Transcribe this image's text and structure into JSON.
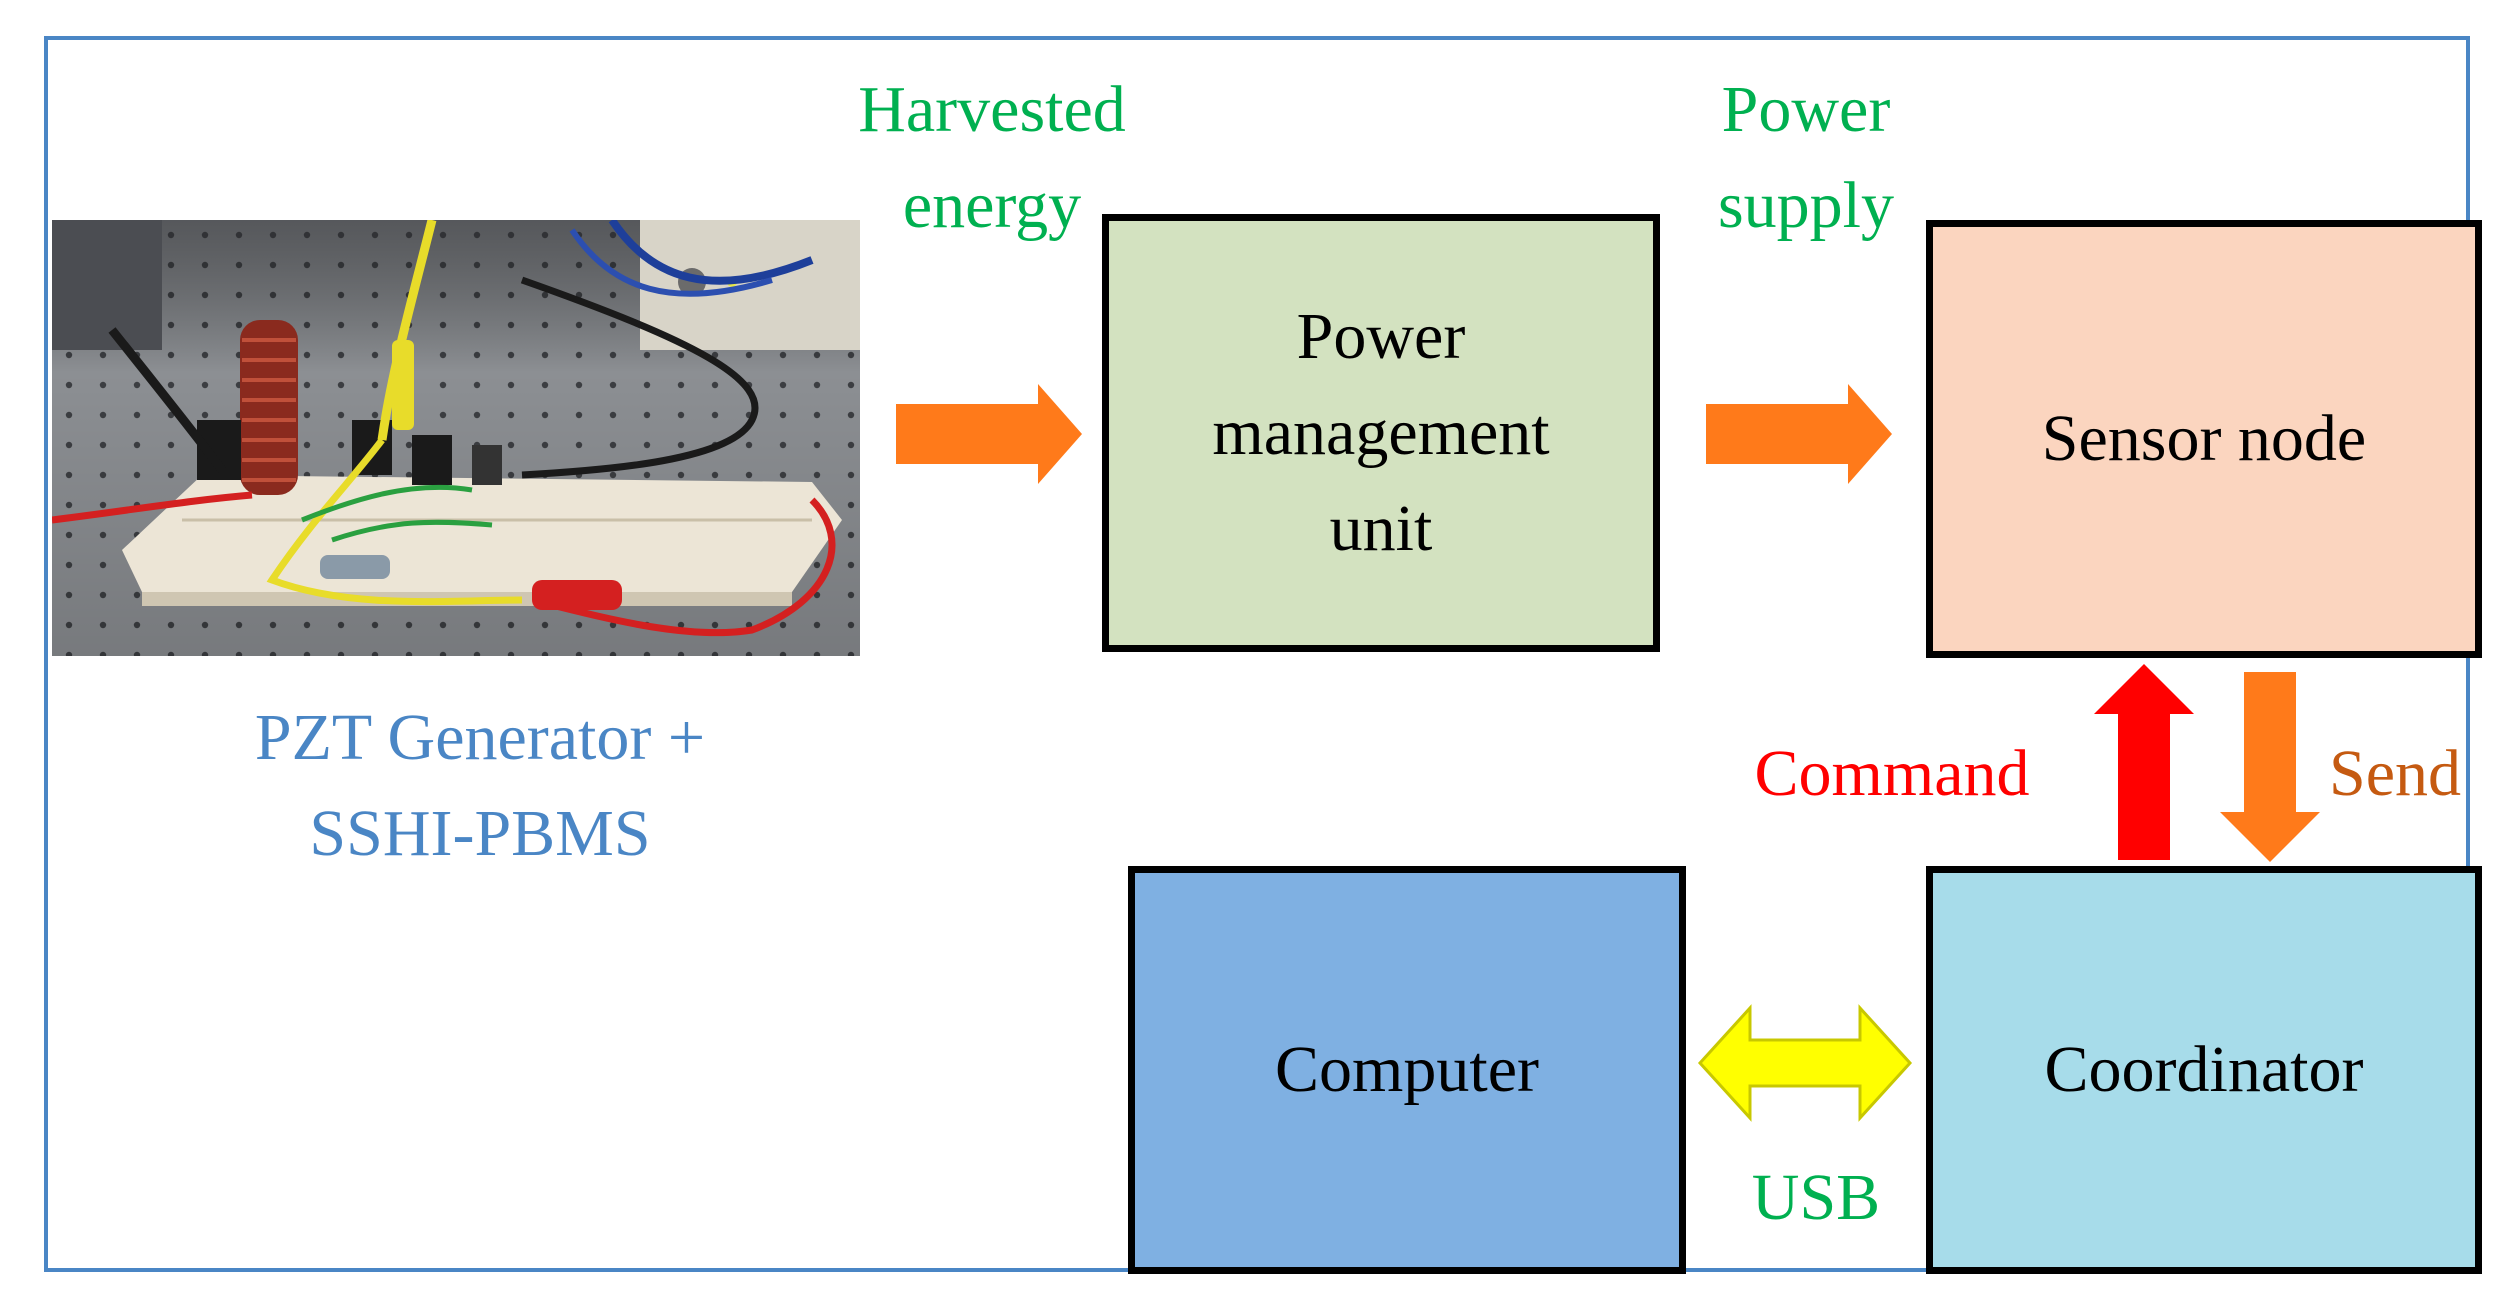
{
  "nodes": {
    "pmu": "Power\nmanagement\nunit",
    "sensor": "Sensor node",
    "computer": "Computer",
    "coordinator": "Coordinator"
  },
  "labels": {
    "harvested": "Harvested\nenergy",
    "power_supply": "Power\nsupply",
    "generator": "PZT Generator +\nSSHI-PBMS",
    "command": "Command",
    "send": "Send",
    "usb": "USB"
  },
  "colors": {
    "border": "#4a86c5",
    "pmu_fill": "#d3e2c0",
    "sensor_fill": "#fbd5bf",
    "computer_fill": "#7fb0e2",
    "coordinator_fill": "#a7dcea",
    "orange_arrow": "#ff7a1a",
    "red_arrow": "#ff0000",
    "yellow_arrow": "#ffff00",
    "green_text": "#00b050",
    "blue_text": "#4a86c5",
    "red_text": "#ff0000",
    "brown_text": "#c55a11"
  },
  "image": {
    "description_icon": "breadboard-photo"
  }
}
